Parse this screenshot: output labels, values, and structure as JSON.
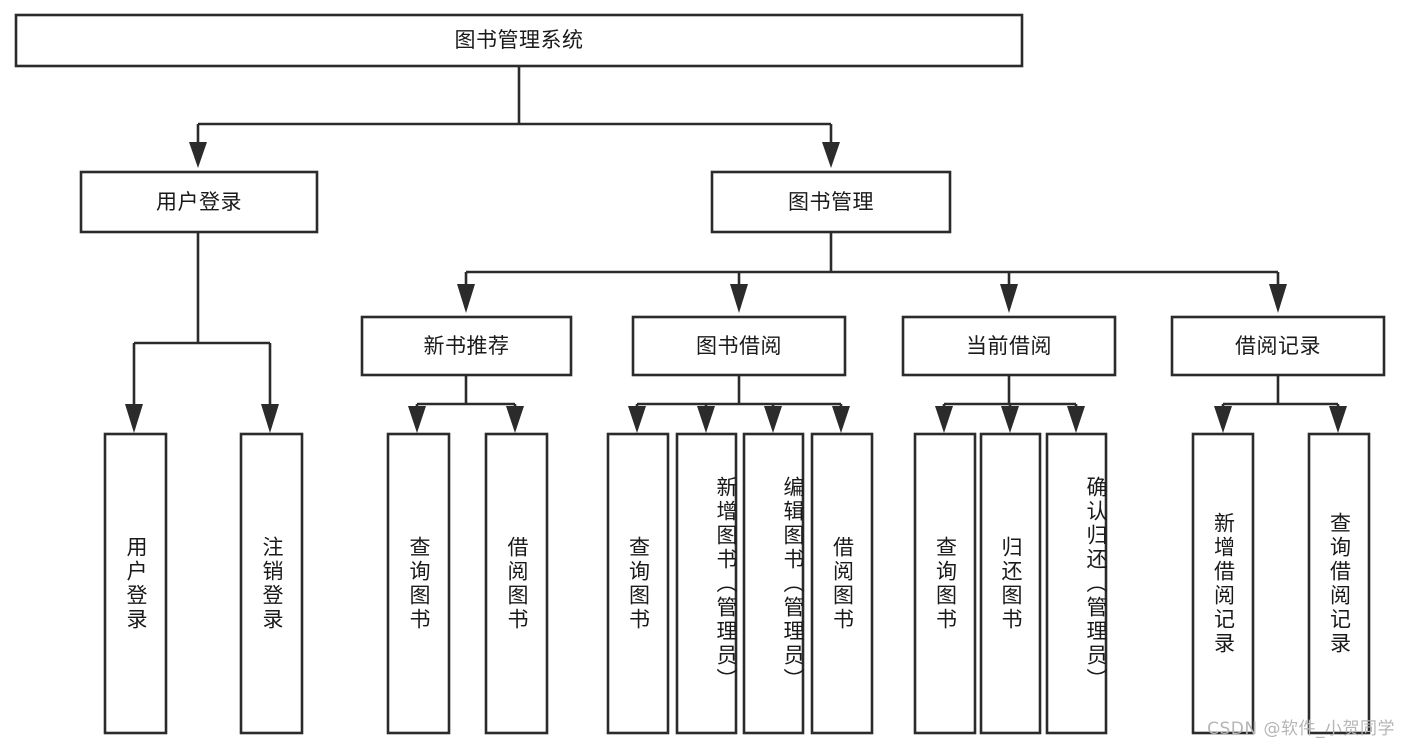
{
  "diagram": {
    "type": "tree-hierarchy",
    "title": "图书管理系统",
    "watermark": "CSDN @软件_小贺同学",
    "colors": {
      "stroke": "#2b2b2b",
      "fill": "#ffffff",
      "text": "#1a1a1a",
      "watermark": "#b6b6b6"
    },
    "nodes": {
      "root": {
        "label": "图书管理系统",
        "level": 0,
        "orientation": "horizontal"
      },
      "l1": [
        {
          "label": "用户登录",
          "orientation": "horizontal"
        },
        {
          "label": "图书管理",
          "orientation": "horizontal"
        }
      ],
      "l2": [
        {
          "label": "新书推荐",
          "orientation": "horizontal"
        },
        {
          "label": "图书借阅",
          "orientation": "horizontal"
        },
        {
          "label": "当前借阅",
          "orientation": "horizontal"
        },
        {
          "label": "借阅记录",
          "orientation": "horizontal"
        }
      ],
      "leaves_user_login": [
        {
          "label": "用户登录",
          "orientation": "vertical"
        },
        {
          "label": "注销登录",
          "orientation": "vertical"
        }
      ],
      "leaves_new_book": [
        {
          "label": "查询图书",
          "orientation": "vertical"
        },
        {
          "label": "借阅图书",
          "orientation": "vertical"
        }
      ],
      "leaves_borrow": [
        {
          "label": "查询图书",
          "orientation": "vertical"
        },
        {
          "label": "新增图书（管理员）",
          "orientation": "vertical"
        },
        {
          "label": "编辑图书（管理员）",
          "orientation": "vertical"
        },
        {
          "label": "借阅图书",
          "orientation": "vertical"
        }
      ],
      "leaves_current": [
        {
          "label": "查询图书",
          "orientation": "vertical"
        },
        {
          "label": "归还图书",
          "orientation": "vertical"
        },
        {
          "label": "确认归还（管理员）",
          "orientation": "vertical"
        }
      ],
      "leaves_records": [
        {
          "label": "新增借阅记录",
          "orientation": "vertical"
        },
        {
          "label": "查询借阅记录",
          "orientation": "vertical"
        }
      ]
    }
  }
}
